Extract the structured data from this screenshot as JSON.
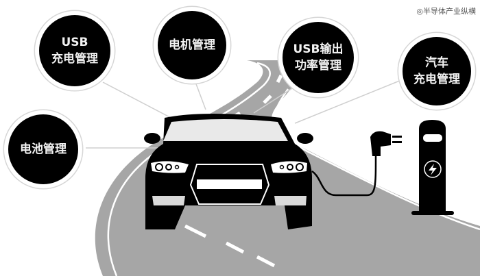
{
  "watermark": "◎半导体产业纵横",
  "colors": {
    "road": "#a6a6a6",
    "road_edge": "#ffffff",
    "bubble_fill": "#000000",
    "bubble_ring": "#d6d6d6",
    "car": "#000000",
    "connector_line": "#cfcfcf"
  },
  "nodes": [
    {
      "id": "usb-charge",
      "label": "USB\n充电管理",
      "icon": "bubble-node"
    },
    {
      "id": "motor",
      "label": "电机管理",
      "icon": "bubble-node"
    },
    {
      "id": "usb-output-power",
      "label": "USB输出\n功率管理",
      "icon": "bubble-node"
    },
    {
      "id": "vehicle-charge",
      "label": "汽车\n充电管理",
      "icon": "bubble-node"
    },
    {
      "id": "battery",
      "label": "电池管理",
      "icon": "bubble-node"
    }
  ],
  "illustration": {
    "car": "car-front-icon",
    "road": "winding-road",
    "plug": "plug-icon",
    "charging_station": "charging-station-icon",
    "bolt": "lightning-bolt-icon"
  }
}
